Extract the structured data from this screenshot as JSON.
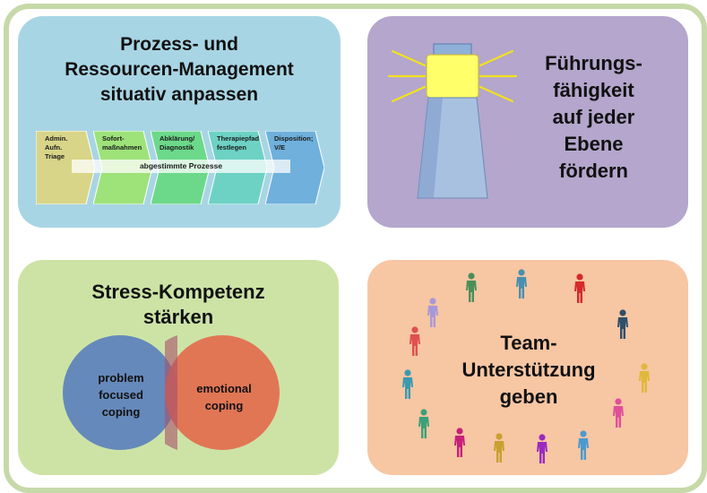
{
  "panels": {
    "process": {
      "title": "Prozess- und\nRessourcen-Management\nsituativ anpassen",
      "steps": [
        {
          "label": "Admin. Aufn.\nTriage",
          "color": "#d8d588"
        },
        {
          "label": "Sofort-\nmaßnahmen",
          "color": "#9ee27a"
        },
        {
          "label": "Abklärung/\nDiagnostik",
          "color": "#6cd98a"
        },
        {
          "label": "Therapiepfad\nfestlegen",
          "color": "#6dd2c4"
        },
        {
          "label": "Disposition;\nV/E",
          "color": "#6fb0dc"
        }
      ],
      "band_label": "abgestimmte Prozesse"
    },
    "leadership": {
      "title": "Führungs-\nfähigkeit\nauf jeder\nEbene\nfördern"
    },
    "stress": {
      "title": "Stress-Kompetenz\nstärken",
      "left_circle": "problem\nfocused\ncoping",
      "right_circle": "emotional\ncoping"
    },
    "team": {
      "title": "Team-\nUnterstützung\ngeben",
      "people_colors": [
        "#4a8f5a",
        "#4a8fb0",
        "#d42a2a",
        "#2f4f6a",
        "#e0b83a",
        "#e0509a",
        "#4a9ad0",
        "#9a2ac0",
        "#c8a030",
        "#c8207a",
        "#3aa07a",
        "#3a9ab0",
        "#e05050",
        "#a898d8"
      ]
    }
  }
}
